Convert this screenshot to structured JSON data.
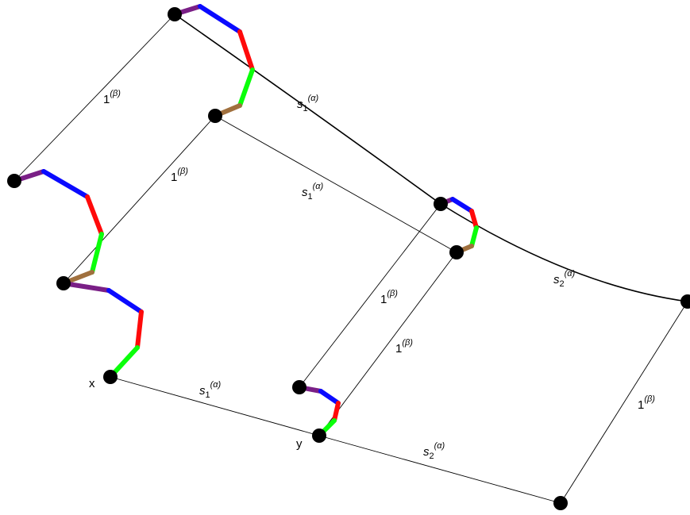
{
  "colors": {
    "purple": "#7a1f86",
    "blue": "#0a0aff",
    "red": "#ff0a0a",
    "green": "#0aff0a",
    "brown": "#a0703e",
    "node": "#000000"
  },
  "point_labels": {
    "x": "x",
    "y": "y"
  },
  "edge_labels": {
    "top_curve": {
      "base": "s",
      "sub": "1",
      "sup": "(α)"
    },
    "upper_mid": {
      "base": "s",
      "sub": "1",
      "sup": "(α)"
    },
    "bottom_left": {
      "base": "s",
      "sub": "1",
      "sup": "(α)"
    },
    "bottom_right": {
      "base": "s",
      "sub": "2",
      "sup": "(α)"
    },
    "right_curve": {
      "base": "s",
      "sub": "2",
      "sup": "(α)"
    },
    "left_upper": {
      "base": "1",
      "sup": "(β)"
    },
    "left_lower": {
      "base": "1",
      "sup": "(β)"
    },
    "mid_upper": {
      "base": "1",
      "sup": "(β)"
    },
    "mid_lower": {
      "base": "1",
      "sup": "(β)"
    },
    "right": {
      "base": "1",
      "sup": "(β)"
    }
  }
}
